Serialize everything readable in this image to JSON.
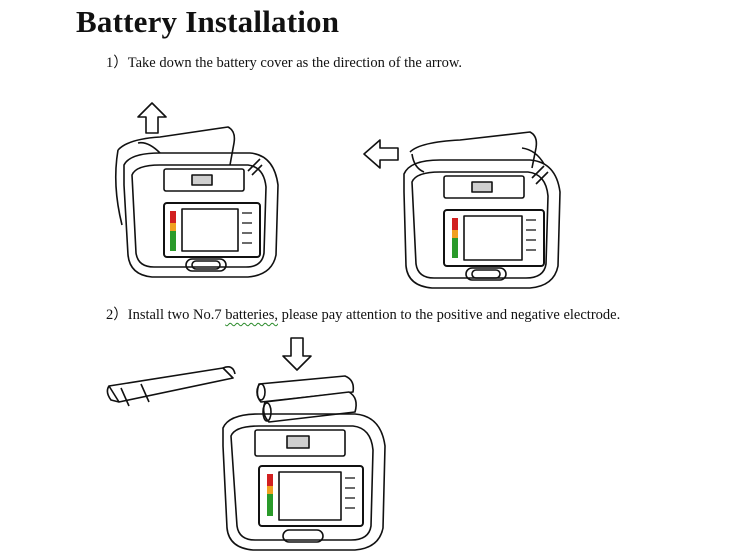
{
  "document": {
    "title": "Battery Installation",
    "steps": [
      {
        "number": "1）",
        "text": "Take down the battery cover as the direction of the arrow."
      },
      {
        "number": "2）",
        "text_before": "Install two No.7 ",
        "text_marked": "batteries,",
        "text_after": " please pay attention to the positive and negative electrode."
      }
    ]
  },
  "figures": [
    {
      "name": "figure-cover-lift",
      "arrow": "arrow-up-icon"
    },
    {
      "name": "figure-cover-slide",
      "arrow": "arrow-left-icon"
    },
    {
      "name": "figure-battery-insert",
      "arrow": "arrow-down-icon"
    }
  ],
  "colors": {
    "line": "#111111",
    "gray_shade": "#c9c9c9",
    "indicator_red": "#d22020",
    "indicator_orange": "#f0a020",
    "indicator_yellow": "#e8d020",
    "indicator_green": "#2a9a2a"
  }
}
